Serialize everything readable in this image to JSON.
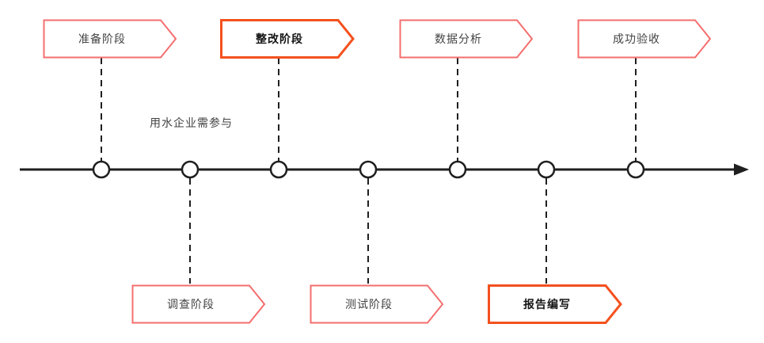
{
  "annotation": "用水企业需参与",
  "milestones": [
    {
      "label": "准备阶段",
      "side": "top",
      "emphasized": false
    },
    {
      "label": "调查阶段",
      "side": "bottom",
      "emphasized": false
    },
    {
      "label": "整改阶段",
      "side": "top",
      "emphasized": true
    },
    {
      "label": "测试阶段",
      "side": "bottom",
      "emphasized": false
    },
    {
      "label": "数据分析",
      "side": "top",
      "emphasized": false
    },
    {
      "label": "报告编写",
      "side": "bottom",
      "emphasized": true
    },
    {
      "label": "成功验收",
      "side": "top",
      "emphasized": false
    }
  ],
  "colors": {
    "normal_border": "#f56e6e",
    "emphasis_border": "#f4511e",
    "line": "#1f1f1f",
    "label_text": "#434343",
    "emphasis_text": "#141414"
  }
}
